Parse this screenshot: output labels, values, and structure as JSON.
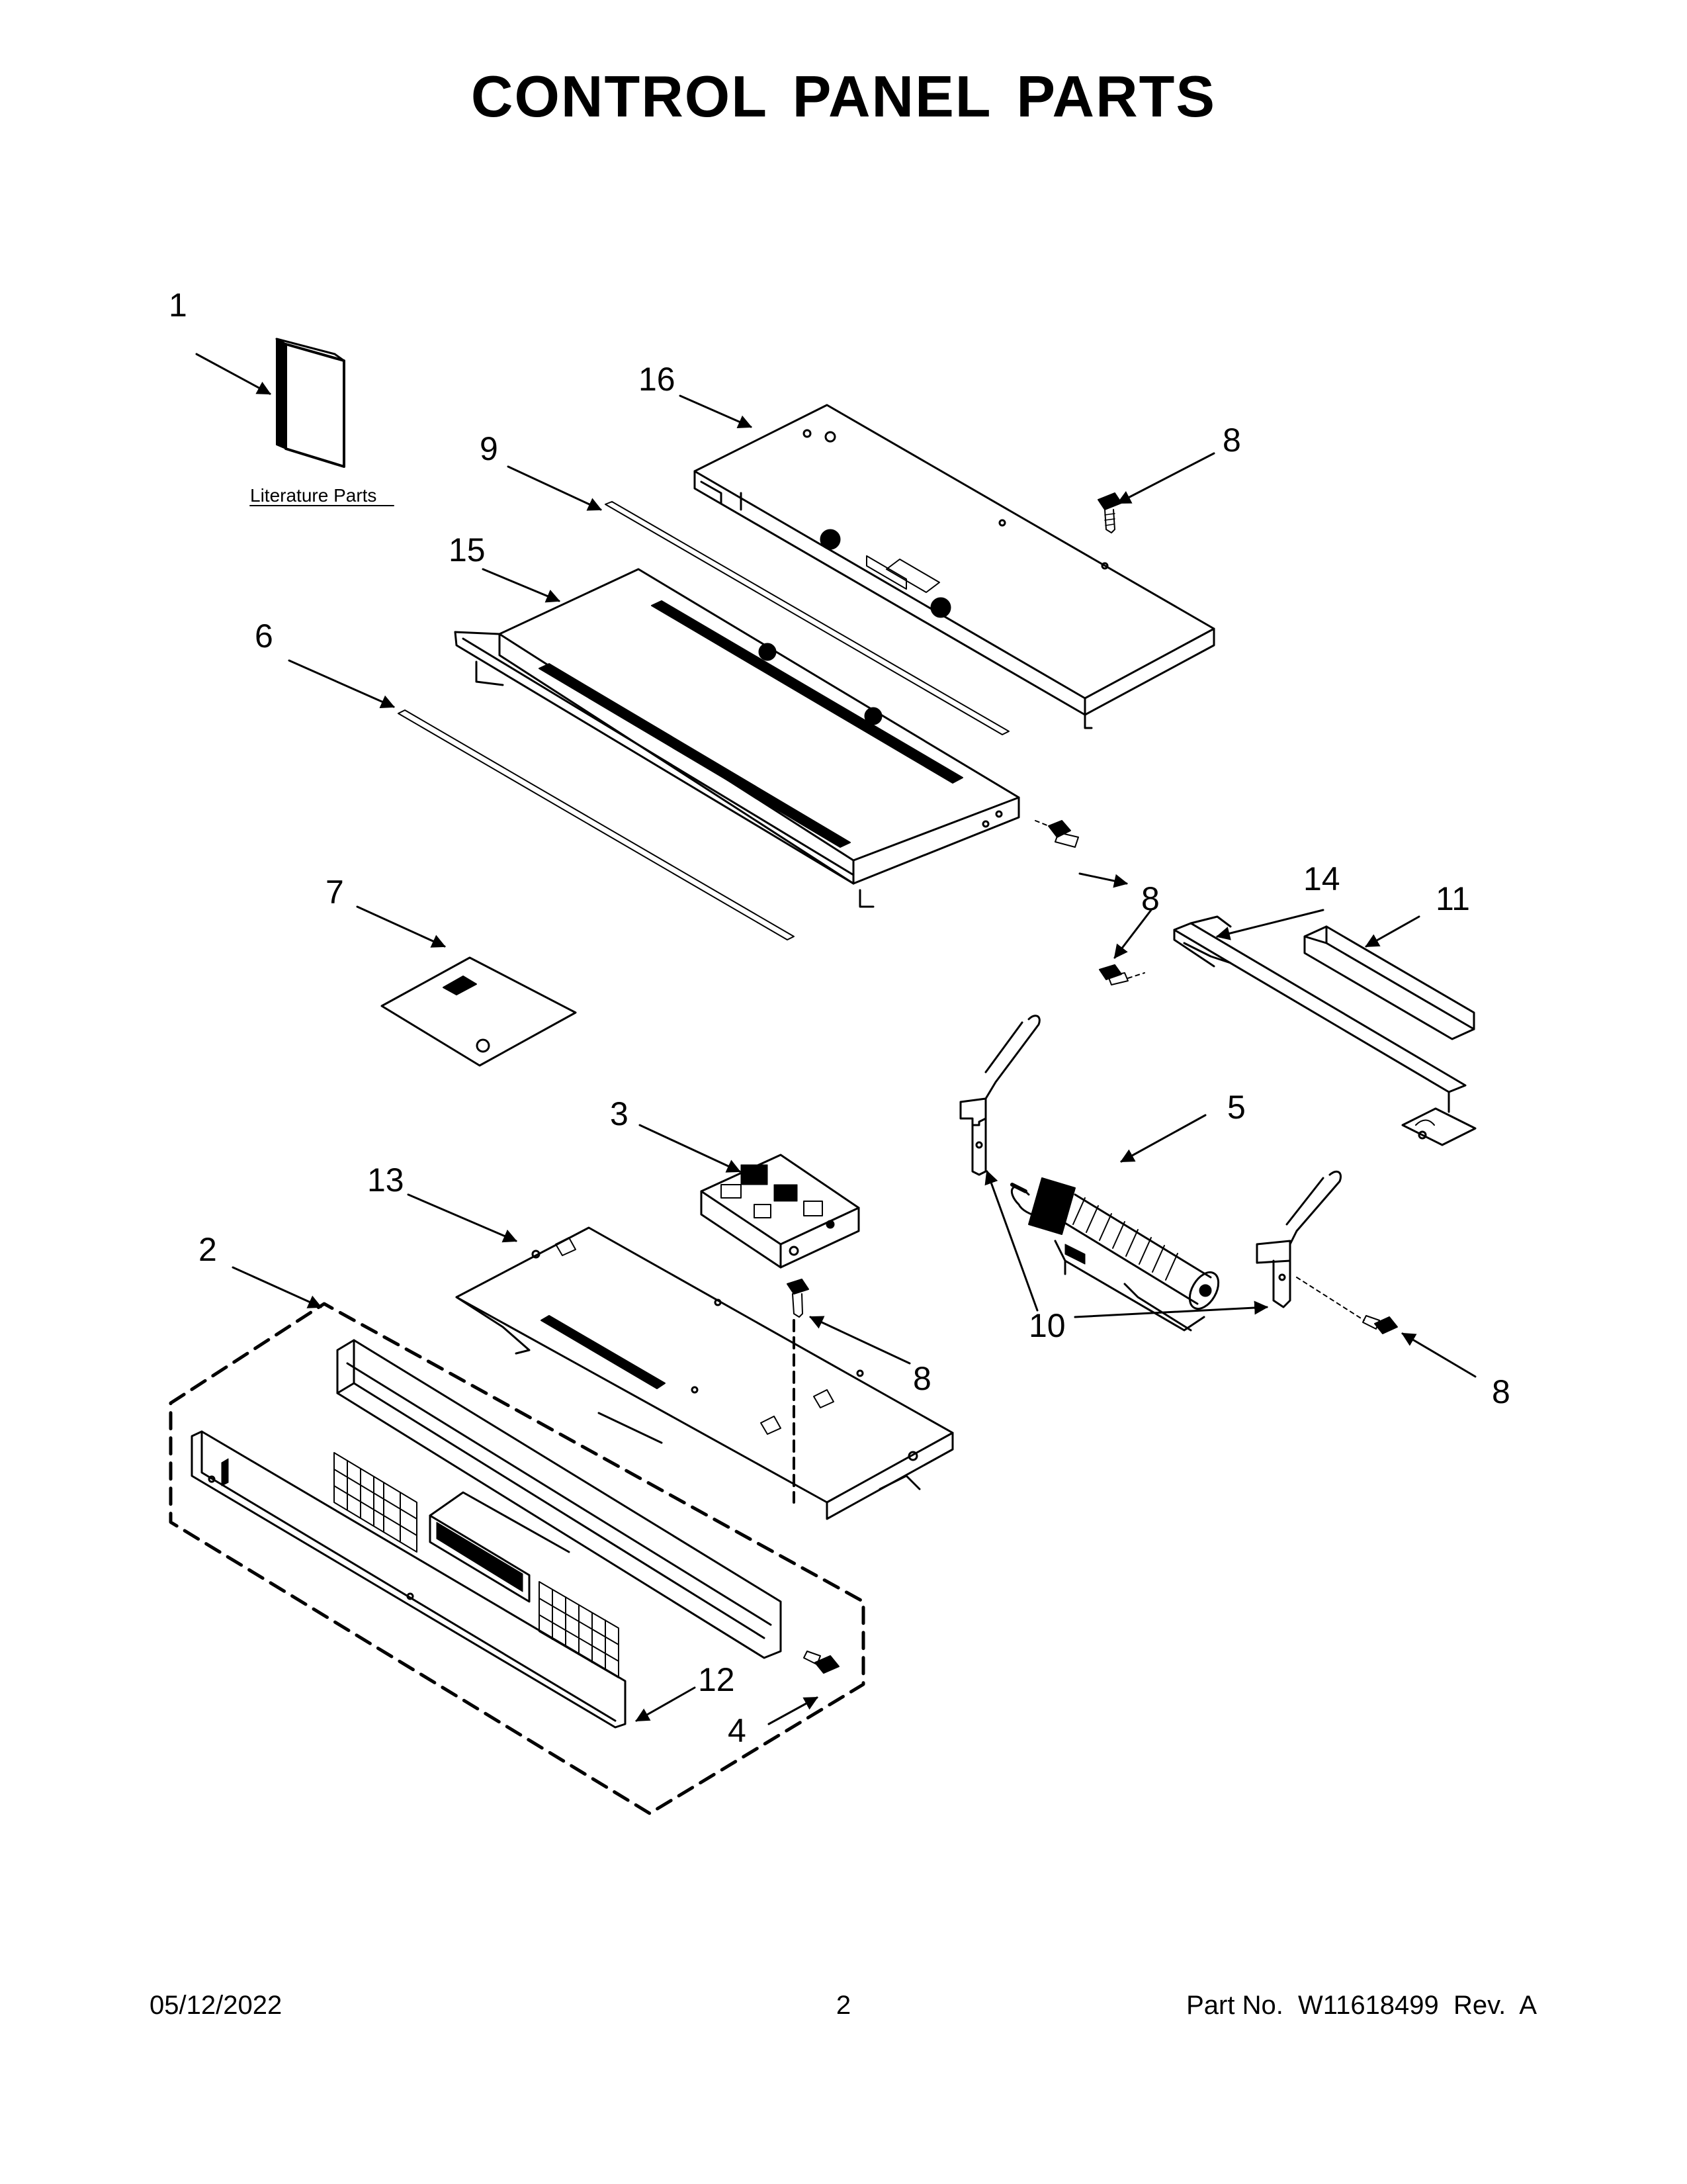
{
  "title": "CONTROL PANEL PARTS",
  "literature_label": "Literature Parts",
  "callouts": {
    "c1": "1",
    "c2": "2",
    "c3": "3",
    "c4": "4",
    "c5": "5",
    "c6": "6",
    "c7": "7",
    "c8": "8",
    "c9": "9",
    "c10": "10",
    "c11": "11",
    "c12": "12",
    "c13": "13",
    "c14": "14",
    "c15": "15",
    "c16": "16"
  },
  "footer": {
    "date": "05/12/2022",
    "page": "2",
    "part_no": "Part No.  W11618499  Rev.  A"
  }
}
